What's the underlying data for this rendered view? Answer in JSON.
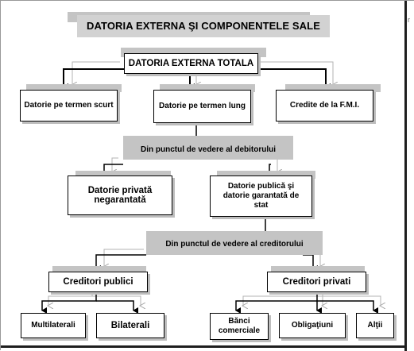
{
  "diagram": {
    "title": "DATORIA EXTERNA ŞI COMPONENTELE SALE",
    "root": "DATORIA EXTERNA TOTALA",
    "level1": {
      "short_term": "Datorie pe termen scurt",
      "long_term": "Datorie pe termen lung",
      "imf": "Credite de la F.M.I."
    },
    "debtor_view": "Din punctul de vedere al debitorului",
    "debtor_split": {
      "private": "Datorie privată negarantată",
      "public": "Datorie publică şi datorie garantată de stat"
    },
    "creditor_view": "Din punctul de vedere al creditorului",
    "creditors": {
      "public": "Creditori publici",
      "private": "Creditori privati"
    },
    "public_creditors": {
      "multilateral": "Multilaterali",
      "bilateral": "Bilaterali"
    },
    "private_creditors": {
      "banks": "Bănci comerciale",
      "bonds": "Obligaţiuni",
      "others": "Alţii"
    },
    "frame_glyph": "r"
  }
}
